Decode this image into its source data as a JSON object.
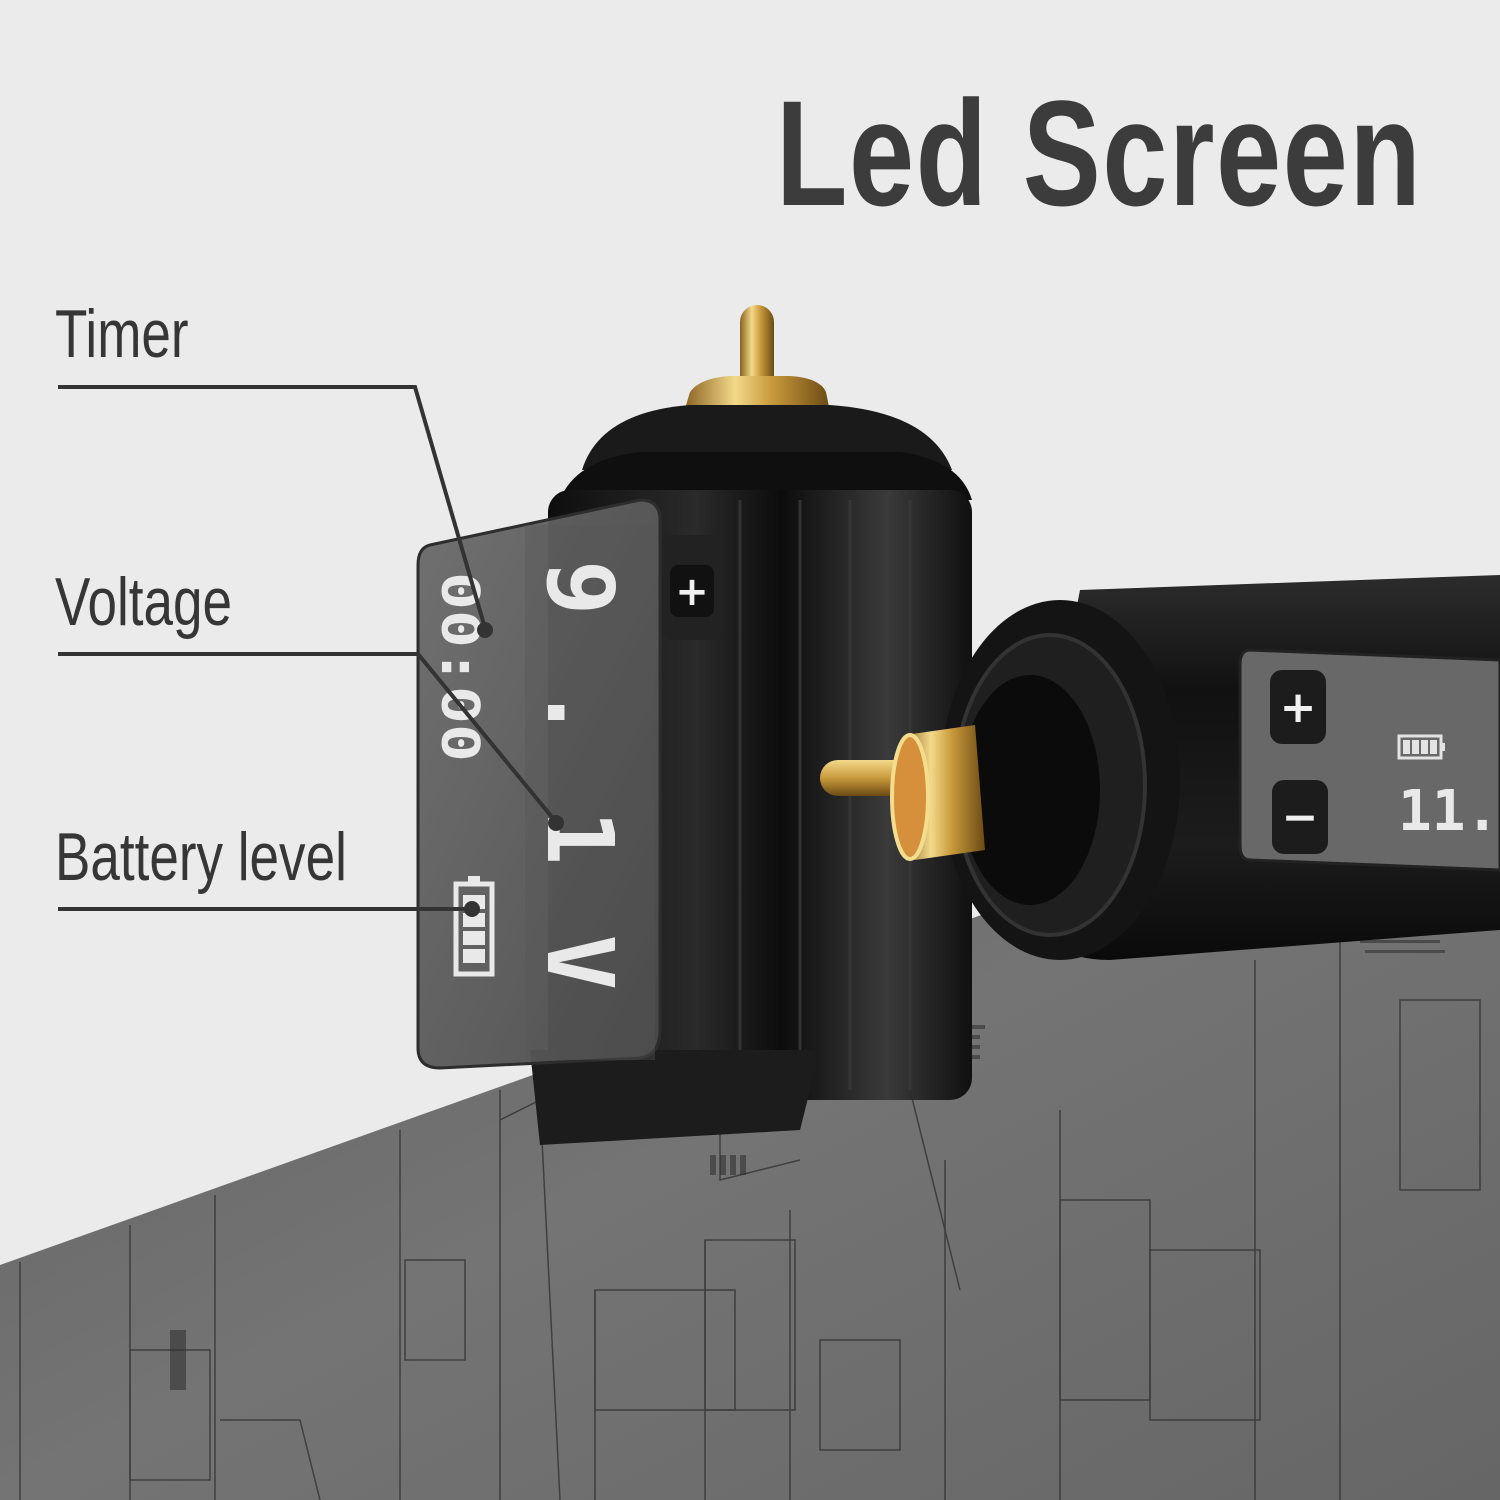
{
  "title": "Led Screen",
  "callouts": [
    {
      "label": "Timer"
    },
    {
      "label": "Voltage"
    },
    {
      "label": "Battery level"
    }
  ],
  "front_display": {
    "timer": "00:00",
    "voltage": "9.1V",
    "battery_bars": 4
  },
  "side_display": {
    "voltage": "11.",
    "battery_bars": 4
  },
  "buttons": {
    "plus": "+",
    "minus": "−"
  },
  "colors": {
    "background": "#ebebeb",
    "text": "#3c3c3c",
    "gold": "#c99a3c",
    "device_black": "#151515",
    "circuit_board": "#6f6f6f"
  },
  "icons": [
    "battery-icon",
    "plus-icon",
    "minus-icon",
    "rca-connector-icon"
  ]
}
